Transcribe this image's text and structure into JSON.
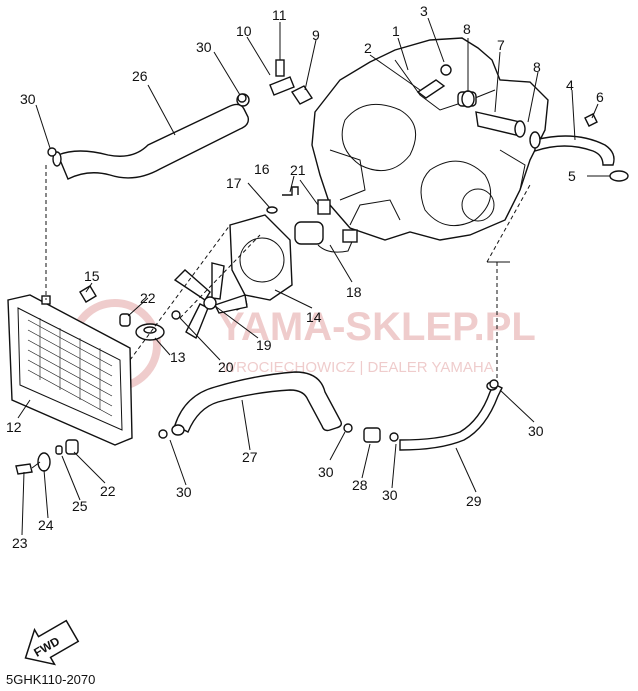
{
  "callouts": {
    "p1": "1",
    "p2": "2",
    "p3": "3",
    "p4": "4",
    "p5": "5",
    "p6": "6",
    "p7": "7",
    "p8a": "8",
    "p8b": "8",
    "p9": "9",
    "p10": "10",
    "p11": "11",
    "p12": "12",
    "p13": "13",
    "p14": "14",
    "p15": "15",
    "p16": "16",
    "p17": "17",
    "p18": "18",
    "p19": "19",
    "p20": "20",
    "p21": "21",
    "p22a": "22",
    "p22b": "22",
    "p23": "23",
    "p24": "24",
    "p25": "25",
    "p26": "26",
    "p27": "27",
    "p28": "28",
    "p29": "29",
    "p30a": "30",
    "p30b": "30",
    "p30c": "30",
    "p30d": "30",
    "p30e": "30",
    "p30f": "30"
  },
  "watermark": {
    "main": "YAMA-SKLEP.PL",
    "sub": "WROCIECHOWICZ | DEALER YAMAHA"
  },
  "fwd_label": "FWD",
  "diagram_code": "5GHK110-2070"
}
